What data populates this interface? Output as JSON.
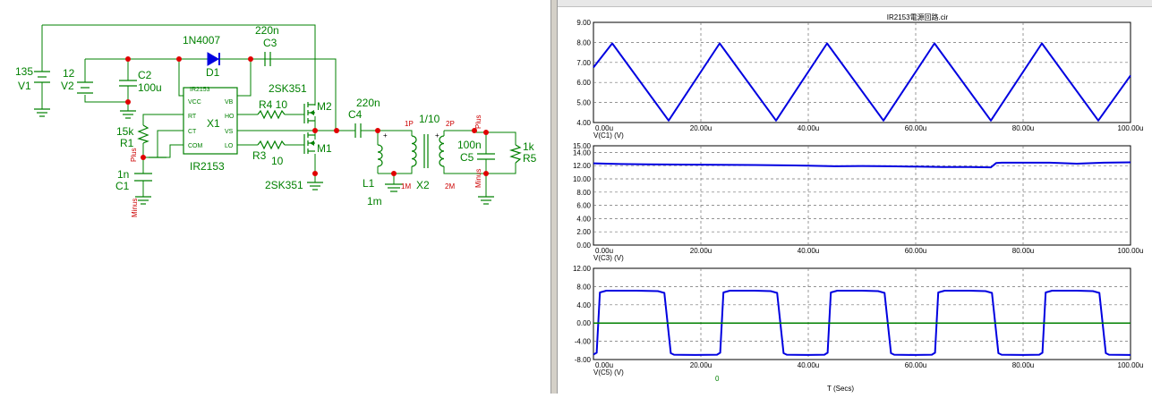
{
  "plot_title": "IR2153電源回路.cir",
  "x_axis_label": "T (Secs)",
  "x_ticks": [
    "0.00u",
    "20.00u",
    "40.00u",
    "60.00u",
    "80.00u",
    "100.00u"
  ],
  "x_cursor_value": "0",
  "colors": {
    "net": "#008000",
    "trace_blue": "#0000e0",
    "trace_green": "#008000",
    "node_red": "#e00000",
    "label_red": "#cc0000"
  },
  "schematic": {
    "v1": {
      "value": "135",
      "name": "V1"
    },
    "v2": {
      "value": "12",
      "name": "V2"
    },
    "c2": {
      "name": "C2",
      "value": "100u"
    },
    "d1": {
      "model": "1N4007",
      "name": "D1"
    },
    "c3": {
      "value": "220n",
      "name": "C3"
    },
    "x1": {
      "name": "X1",
      "top_label": "IR2153",
      "bottom_label": "IR2153",
      "pins": {
        "vcc": "VCC",
        "vb": "VB",
        "rt": "RT",
        "ho": "HO",
        "ct": "CT",
        "vs": "VS",
        "com": "COM",
        "lo": "LO"
      }
    },
    "r1": {
      "value": "15k",
      "name": "R1",
      "plus": "Plus"
    },
    "c1": {
      "value": "1n",
      "name": "C1",
      "minus": "Minus"
    },
    "r4": {
      "label": "R4 10"
    },
    "r3": {
      "name": "R3",
      "value": "10"
    },
    "m2": {
      "model": "2SK351",
      "name": "M2"
    },
    "m1": {
      "model": "2SK351",
      "name": "M1"
    },
    "c4": {
      "value": "220n",
      "name": "C4"
    },
    "l1": {
      "name": "L1",
      "value": "1m"
    },
    "x2": {
      "ratio": "1/10",
      "pin_1p": "1P",
      "pin_1m": "1M",
      "name": "X2",
      "pin_2p": "2P",
      "pin_2m": "2M"
    },
    "c5": {
      "value": "100n",
      "name": "C5",
      "plus": "Plus",
      "minus": "Minus"
    },
    "r5": {
      "value": "1k",
      "name": "R5"
    }
  },
  "chart_data": [
    {
      "type": "line",
      "trace_label": "V(C1) (V)",
      "y_ticks": [
        "9.00",
        "8.00",
        "7.00",
        "6.00",
        "5.00",
        "4.00"
      ],
      "ylim": [
        4,
        9
      ],
      "xlim": [
        0,
        100
      ],
      "series": [
        {
          "color": "#0000e0",
          "x": [
            0,
            3.5,
            14,
            23.5,
            34,
            43.5,
            54,
            63.5,
            74,
            83.5,
            94,
            100
          ],
          "y": [
            6.75,
            7.95,
            4.1,
            7.95,
            4.1,
            7.95,
            4.1,
            7.95,
            4.1,
            7.95,
            4.1,
            6.35
          ]
        }
      ]
    },
    {
      "type": "line",
      "trace_label": "V(C3) (V)",
      "y_ticks": [
        "15.00",
        "14.00",
        "12.00",
        "10.00",
        "8.00",
        "6.00",
        "4.00",
        "2.00",
        "0.00"
      ],
      "ylim": [
        0,
        15
      ],
      "xlim": [
        0,
        100
      ],
      "series": [
        {
          "color": "#0000e0",
          "x": [
            0,
            5,
            10,
            20,
            30,
            40,
            45,
            50,
            55,
            60,
            65,
            70,
            74,
            75,
            76,
            80,
            85,
            90,
            95,
            100
          ],
          "y": [
            12.35,
            12.25,
            12.2,
            12.15,
            12.1,
            12.0,
            11.9,
            11.95,
            11.9,
            11.85,
            11.8,
            11.8,
            11.75,
            12.4,
            12.45,
            12.45,
            12.45,
            12.3,
            12.45,
            12.5
          ]
        }
      ]
    },
    {
      "type": "line",
      "trace_label": "V(C5) (V)",
      "y_ticks": [
        "12.00",
        "8.00",
        "4.00",
        "0.00",
        "-4.00",
        "-8.00"
      ],
      "ylim": [
        -8,
        12
      ],
      "xlim": [
        0,
        100
      ],
      "series": [
        {
          "color": "#0000e0",
          "x": [
            0,
            0.6,
            1.2,
            2.4,
            3.5,
            8,
            12,
            13.2,
            14.4,
            15,
            19,
            23,
            23.6,
            24.2,
            25.4,
            26,
            30,
            33,
            34.2,
            35.4,
            36,
            40,
            43,
            43.6,
            44.2,
            45.4,
            46,
            50,
            53,
            54.2,
            55.4,
            56,
            60,
            63,
            63.6,
            64.2,
            65.4,
            66,
            70,
            73,
            74.2,
            75.4,
            76,
            80,
            83,
            83.6,
            84.2,
            85.4,
            86,
            90,
            93,
            94.2,
            95.4,
            96,
            100
          ],
          "y": [
            -6.9,
            -6.5,
            6.7,
            7.1,
            7.1,
            7.1,
            7.0,
            6.6,
            -6.6,
            -6.95,
            -7.0,
            -6.95,
            -6.5,
            6.7,
            7.1,
            7.1,
            7.1,
            7.0,
            6.6,
            -6.6,
            -6.95,
            -7.0,
            -6.95,
            -6.5,
            6.7,
            7.1,
            7.1,
            7.1,
            7.0,
            6.6,
            -6.6,
            -6.95,
            -7.0,
            -6.95,
            -6.5,
            6.7,
            7.1,
            7.1,
            7.1,
            7.0,
            6.6,
            -6.6,
            -6.95,
            -7.0,
            -6.95,
            -6.5,
            6.7,
            7.1,
            7.1,
            7.1,
            7.0,
            6.6,
            -6.6,
            -6.95,
            -7.0
          ]
        },
        {
          "color": "#008000",
          "x": [
            0,
            100
          ],
          "y": [
            0,
            0
          ]
        }
      ]
    }
  ]
}
